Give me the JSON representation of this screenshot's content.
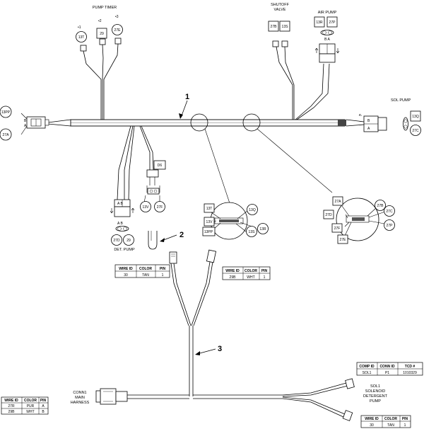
{
  "labels": {
    "pump_timer": "PUMP TIMER",
    "shutoff_valve_1": "SHUTOFF",
    "shutoff_valve_2": "VALVE",
    "air_pump": "AIR PUMP",
    "sol_pump": "SOL PUMP",
    "det_pump": "DET. PUMP",
    "pin_1": "•1",
    "pin_2": "•2",
    "pin_3": "•3",
    "conn1_1": "CONN1",
    "conn1_2": "MAIN",
    "conn1_3": "HARNESS",
    "sol1_1": "SOL1",
    "sol1_2": "SOLENOID",
    "sol1_3": "DETERGENT",
    "sol1_4": "PUMP"
  },
  "callouts": [
    "1",
    "2",
    "3"
  ],
  "wire_ids": {
    "w13T": "13T",
    "w29": "29",
    "w27E": "27E",
    "w27B": "27B",
    "w13S": "13S",
    "w13R": "13R",
    "w27P": "27P",
    "w13Q": "13Q",
    "w27C": "27C",
    "w13PP": "13PP",
    "w27A": "27A",
    "wD6": "D6",
    "w13V": "13V",
    "w27F": "27F",
    "w27D": "27D",
    "w29b": "29",
    "d1_13T": "13T",
    "d1_13Q": "13Q",
    "d1_13V": "13V",
    "d1_13S": "13S",
    "d1_13R": "13R",
    "d1_13PP": "13PP",
    "d2_27A": "27A",
    "d2_27B": "27B",
    "d2_27C": "27C",
    "d2_27D": "27D",
    "d2_27P": "27P",
    "d2_27F": "27F",
    "d2_27E": "27E",
    "pinA": "A",
    "pinB": "B",
    "pinBA": "B  A",
    "pinAB": "A B"
  },
  "tables": {
    "t30": {
      "headers": [
        "WIRE ID",
        "COLOR",
        "PIN"
      ],
      "rows": [
        [
          "30",
          "TAN",
          "1"
        ]
      ]
    },
    "t29B": {
      "headers": [
        "WIRE ID",
        "COLOR",
        "PIN"
      ],
      "rows": [
        [
          "29B",
          "WHT",
          "1"
        ]
      ]
    },
    "comp": {
      "headers": [
        "COMP ID",
        "CONN ID",
        "TCD #"
      ],
      "rows": [
        [
          "SOL1",
          "P1",
          "1010329"
        ]
      ]
    },
    "conn1": {
      "headers": [
        "WIRE ID",
        "COLOR",
        "PIN"
      ],
      "rows": [
        [
          "27R",
          "PUR",
          "A"
        ],
        [
          "29B",
          "WHT",
          "B"
        ]
      ]
    },
    "sol1": {
      "headers": [
        "WIRE ID",
        "COLOR",
        "PIN"
      ],
      "rows": [
        [
          "30",
          "TAN",
          "1"
        ]
      ]
    }
  }
}
